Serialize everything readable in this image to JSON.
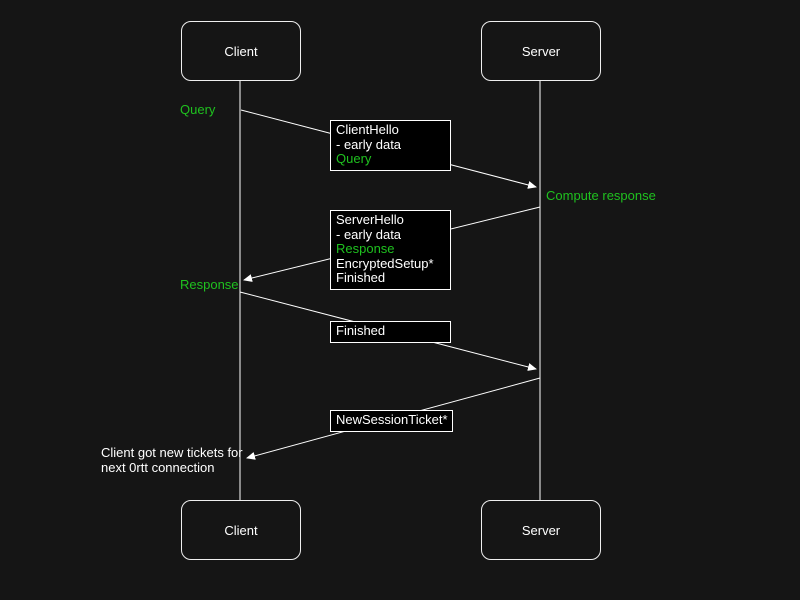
{
  "actors": {
    "client": "Client",
    "server": "Server"
  },
  "annotations": {
    "query": "Query",
    "compute_response": "Compute response",
    "response": "Response",
    "note_line1": "Client got new tickets for",
    "note_line2": "next 0rtt connection"
  },
  "messages": [
    {
      "lines": [
        "ClientHello",
        "- early data",
        "Query"
      ]
    },
    {
      "lines": [
        "ServerHello",
        "- early data",
        "Response",
        "EncryptedSetup*",
        "Finished"
      ]
    },
    {
      "lines": [
        "Finished"
      ]
    },
    {
      "lines": [
        "NewSessionTicket*"
      ]
    }
  ],
  "colors": {
    "background": "#151515",
    "box_fill": "#000000",
    "line_white": "#ffffff",
    "accent_green": "#1fc11f"
  }
}
